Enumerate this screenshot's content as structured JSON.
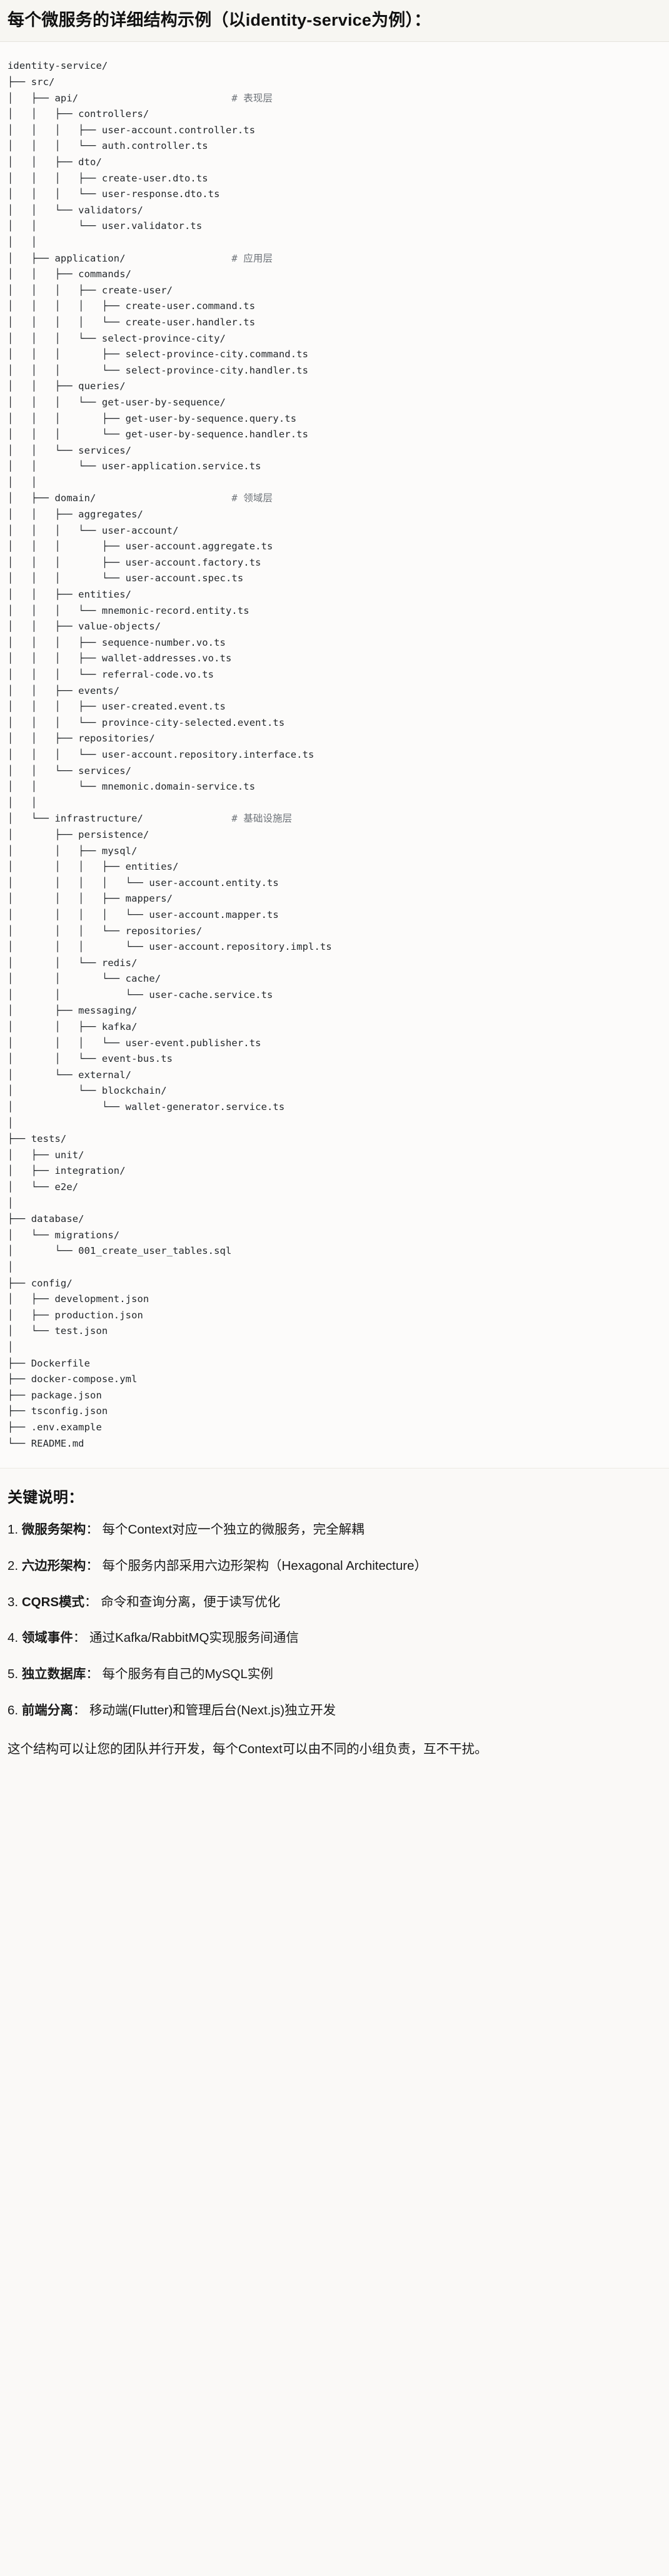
{
  "document": {
    "title": "每个微服务的详细结构示例（以identity-service为例）：",
    "tree_root": "identity-service/",
    "tree_text": "identity-service/\n├── src/\n│   ├── api/                          # 表现层\n│   │   ├── controllers/\n│   │   │   ├── user-account.controller.ts\n│   │   │   └── auth.controller.ts\n│   │   ├── dto/\n│   │   │   ├── create-user.dto.ts\n│   │   │   └── user-response.dto.ts\n│   │   └── validators/\n│   │       └── user.validator.ts\n│   │\n│   ├── application/                  # 应用层\n│   │   ├── commands/\n│   │   │   ├── create-user/\n│   │   │   │   ├── create-user.command.ts\n│   │   │   │   └── create-user.handler.ts\n│   │   │   └── select-province-city/\n│   │   │       ├── select-province-city.command.ts\n│   │   │       └── select-province-city.handler.ts\n│   │   ├── queries/\n│   │   │   └── get-user-by-sequence/\n│   │   │       ├── get-user-by-sequence.query.ts\n│   │   │       └── get-user-by-sequence.handler.ts\n│   │   └── services/\n│   │       └── user-application.service.ts\n│   │\n│   ├── domain/                       # 领域层\n│   │   ├── aggregates/\n│   │   │   └── user-account/\n│   │   │       ├── user-account.aggregate.ts\n│   │   │       ├── user-account.factory.ts\n│   │   │       └── user-account.spec.ts\n│   │   ├── entities/\n│   │   │   └── mnemonic-record.entity.ts\n│   │   ├── value-objects/\n│   │   │   ├── sequence-number.vo.ts\n│   │   │   ├── wallet-addresses.vo.ts\n│   │   │   └── referral-code.vo.ts\n│   │   ├── events/\n│   │   │   ├── user-created.event.ts\n│   │   │   └── province-city-selected.event.ts\n│   │   ├── repositories/\n│   │   │   └── user-account.repository.interface.ts\n│   │   └── services/\n│   │       └── mnemonic.domain-service.ts\n│   │\n│   └── infrastructure/               # 基础设施层\n│       ├── persistence/\n│       │   ├── mysql/\n│       │   │   ├── entities/\n│       │   │   │   └── user-account.entity.ts\n│       │   │   ├── mappers/\n│       │   │   │   └── user-account.mapper.ts\n│       │   │   └── repositories/\n│       │   │       └── user-account.repository.impl.ts\n│       │   └── redis/\n│       │       └── cache/\n│       │           └── user-cache.service.ts\n│       ├── messaging/\n│       │   ├── kafka/\n│       │   │   └── user-event.publisher.ts\n│       │   └── event-bus.ts\n│       └── external/\n│           └── blockchain/\n│               └── wallet-generator.service.ts\n│\n├── tests/\n│   ├── unit/\n│   ├── integration/\n│   └── e2e/\n│\n├── database/\n│   └── migrations/\n│       └── 001_create_user_tables.sql\n│\n├── config/\n│   ├── development.json\n│   ├── production.json\n│   └── test.json\n│\n├── Dockerfile\n├── docker-compose.yml\n├── package.json\n├── tsconfig.json\n├── .env.example\n└── README.md",
    "layer_comments": [
      {
        "marker": "#",
        "label": "表现层"
      },
      {
        "marker": "#",
        "label": "应用层"
      },
      {
        "marker": "#",
        "label": "领域层"
      },
      {
        "marker": "#",
        "label": "基础设施层"
      }
    ]
  },
  "notes": {
    "heading": "关键说明：",
    "items": [
      {
        "num": "1.",
        "term": "微服务架构",
        "sep": "：",
        "desc": "每个Context对应一个独立的微服务，完全解耦"
      },
      {
        "num": "2.",
        "term": "六边形架构",
        "sep": "：",
        "desc": "每个服务内部采用六边形架构（Hexagonal Architecture）"
      },
      {
        "num": "3.",
        "term": "CQRS模式",
        "sep": "：",
        "desc": "命令和查询分离，便于读写优化"
      },
      {
        "num": "4.",
        "term": "领域事件",
        "sep": "：",
        "desc": "通过Kafka/RabbitMQ实现服务间通信"
      },
      {
        "num": "5.",
        "term": "独立数据库",
        "sep": "：",
        "desc": "每个服务有自己的MySQL实例"
      },
      {
        "num": "6.",
        "term": "前端分离",
        "sep": "：",
        "desc": "移动端(Flutter)和管理后台(Next.js)独立开发"
      }
    ],
    "closing": "这个结构可以让您的团队并行开发，每个Context可以由不同的小组负责，互不干扰。"
  },
  "theme": {
    "page_bg": "#faf9f7",
    "code_bg": "#fcfbfa",
    "heading_bg": "#f7f6f2",
    "text": "#1a1a1a",
    "code_text": "#23272b",
    "comment_text": "#6d7278",
    "rule": "#e6e3dc"
  }
}
